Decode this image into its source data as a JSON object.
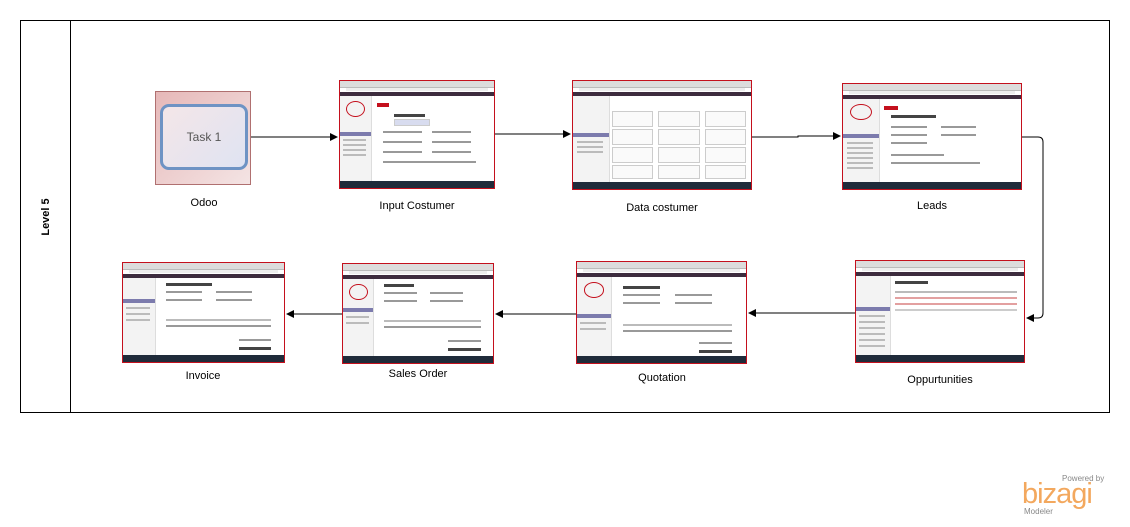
{
  "pool": {
    "lane_label": "Level 5"
  },
  "task": {
    "label": "Task 1"
  },
  "steps": [
    {
      "id": "odoo",
      "caption": "Odoo"
    },
    {
      "id": "input",
      "caption": "Input Costumer"
    },
    {
      "id": "data",
      "caption": "Data costumer"
    },
    {
      "id": "leads",
      "caption": "Leads"
    },
    {
      "id": "opp",
      "caption": "Oppurtunities"
    },
    {
      "id": "quotation",
      "caption": "Quotation"
    },
    {
      "id": "sales",
      "caption": "Sales Order"
    },
    {
      "id": "invoice",
      "caption": "Invoice"
    }
  ],
  "watermark": {
    "pre": "Powered by",
    "brand": "bizagi",
    "post": "Modeler"
  },
  "colors": {
    "accent": "#c4101d",
    "brand": "#f3a85e",
    "odoo_header": "#3d2c3e"
  }
}
